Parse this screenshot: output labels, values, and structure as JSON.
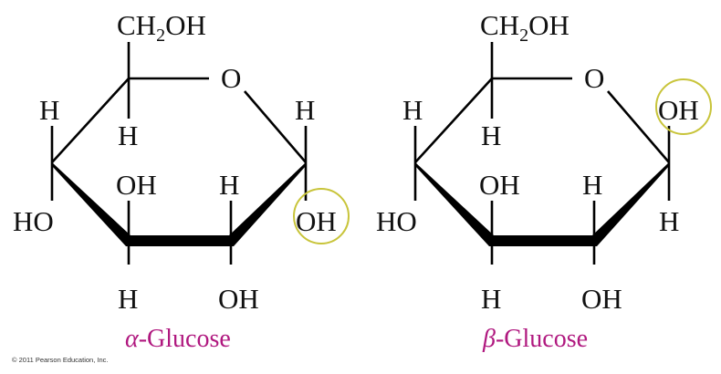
{
  "molecules": [
    {
      "name": "alpha-glucose",
      "caption_symbol": "α",
      "caption_text": "-Glucose",
      "labels": {
        "c6": "CH",
        "c6_sub": "2",
        "c6_oh": "OH",
        "ring_o": "O",
        "c5_h": "H",
        "c4_h": "H",
        "c4_oh": "HO",
        "c3_oh": "OH",
        "c3_h": "H",
        "c2_h": "H",
        "c2_oh": "OH",
        "c1_up": "H",
        "c1_down": "OH"
      },
      "highlighted_group": "OH",
      "highlight_position": "below C1 (axial down)"
    },
    {
      "name": "beta-glucose",
      "caption_symbol": "β",
      "caption_text": "-Glucose",
      "labels": {
        "c6": "CH",
        "c6_sub": "2",
        "c6_oh": "OH",
        "ring_o": "O",
        "c5_h": "H",
        "c4_h": "H",
        "c4_oh": "HO",
        "c3_oh": "OH",
        "c3_h": "H",
        "c2_h": "H",
        "c2_oh": "OH",
        "c1_up": "OH",
        "c1_down": "H"
      },
      "highlighted_group": "OH",
      "highlight_position": "above C1 (up)"
    }
  ],
  "colors": {
    "caption": "#b0187f",
    "highlight_circle": "#c8c43a",
    "bonds": "#000000"
  },
  "copyright": "© 2011 Pearson Education, Inc."
}
